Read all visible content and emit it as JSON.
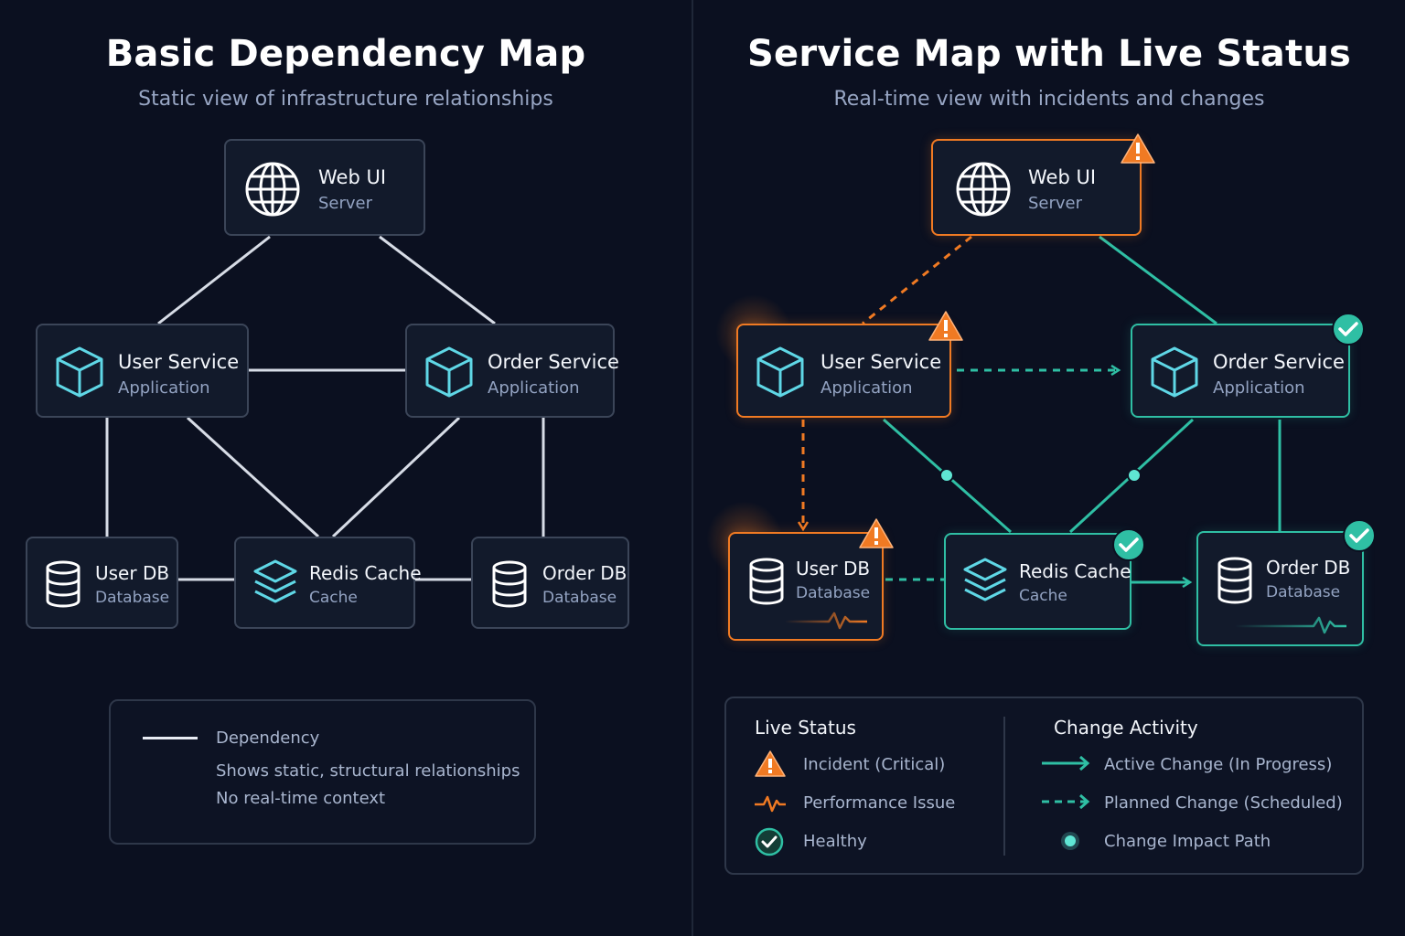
{
  "left_panel": {
    "title": "Basic Dependency Map",
    "subtitle": "Static view of infrastructure relationships",
    "nodes": {
      "web_ui": {
        "name": "Web UI",
        "type": "Server",
        "icon": "globe-icon"
      },
      "user_service": {
        "name": "User Service",
        "type": "Application",
        "icon": "cube-icon"
      },
      "order_service": {
        "name": "Order Service",
        "type": "Application",
        "icon": "cube-icon"
      },
      "user_db": {
        "name": "User DB",
        "type": "Database",
        "icon": "database-icon"
      },
      "redis_cache": {
        "name": "Redis Cache",
        "type": "Cache",
        "icon": "layers-icon"
      },
      "order_db": {
        "name": "Order DB",
        "type": "Database",
        "icon": "database-icon"
      }
    },
    "legend": {
      "dependency": "Dependency",
      "line1": "Shows static, structural relationships",
      "line2": "No real-time context"
    }
  },
  "right_panel": {
    "title": "Service Map with Live Status",
    "subtitle": "Real-time view with incidents and changes",
    "nodes": {
      "web_ui": {
        "name": "Web UI",
        "type": "Server",
        "status": "incident",
        "icon": "globe-icon"
      },
      "user_service": {
        "name": "User Service",
        "type": "Application",
        "status": "incident",
        "icon": "cube-icon"
      },
      "order_service": {
        "name": "Order Service",
        "type": "Application",
        "status": "healthy",
        "icon": "cube-icon"
      },
      "user_db": {
        "name": "User DB",
        "type": "Database",
        "status": "incident",
        "icon": "database-icon"
      },
      "redis_cache": {
        "name": "Redis Cache",
        "type": "Cache",
        "status": "healthy",
        "icon": "layers-icon"
      },
      "order_db": {
        "name": "Order DB",
        "type": "Database",
        "status": "healthy",
        "icon": "database-icon"
      }
    },
    "legend": {
      "live_status_title": "Live Status",
      "incident": "Incident (Critical)",
      "performance": "Performance Issue",
      "healthy": "Healthy",
      "change_activity_title": "Change Activity",
      "active_change": "Active Change (In Progress)",
      "planned_change": "Planned Change (Scheduled)",
      "impact_path": "Change Impact Path"
    }
  },
  "colors": {
    "background": "#0b1020",
    "node_fill": "#121a2b",
    "node_border": "#3b4558",
    "critical_orange": "#f07a23",
    "healthy_teal": "#2fbfa4",
    "static_line": "#d7dce6"
  }
}
